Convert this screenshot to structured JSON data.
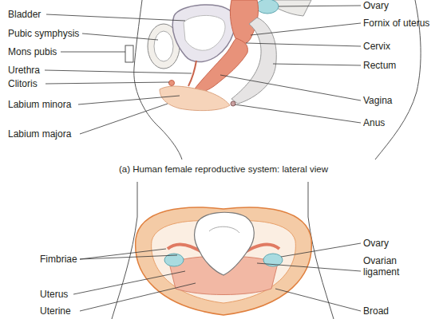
{
  "diagram": {
    "caption": "(a) Human female reproductive system: lateral view",
    "labels": [
      "Bladder",
      "Pubic symphysis",
      "Mons pubis",
      "Urethra",
      "Clitoris",
      "Labium minora",
      "Labium majora",
      "Ovary",
      "Fornix of uterus",
      "Cervix",
      "Rectum",
      "Vagina",
      "Anus",
      "Fimbriae",
      "Uterus",
      "Uterine",
      "Ovary",
      "Ovarian ligament",
      "Broad"
    ]
  }
}
